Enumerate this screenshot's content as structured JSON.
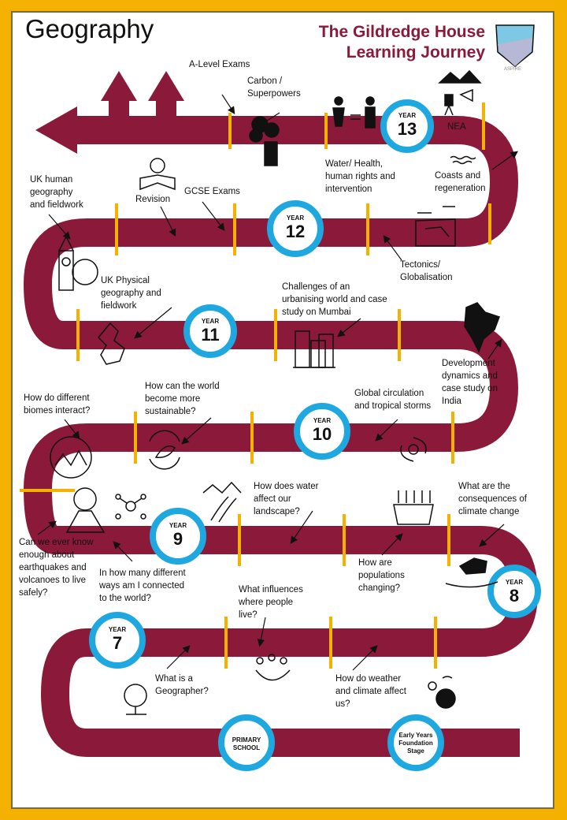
{
  "header": {
    "title": "Geography",
    "school": "The Gildredge House\nLearning Journey",
    "logo_text": "ASPIRE"
  },
  "colors": {
    "road": "#8b1a3a",
    "rung": "#f5b100",
    "badge_ring": "#1fa8e0",
    "frame": "#f5b100"
  },
  "years": [
    {
      "label": "YEAR",
      "number": "13"
    },
    {
      "label": "YEAR",
      "number": "12"
    },
    {
      "label": "YEAR",
      "number": "11"
    },
    {
      "label": "YEAR",
      "number": "10"
    },
    {
      "label": "YEAR",
      "number": "9"
    },
    {
      "label": "YEAR",
      "number": "8"
    },
    {
      "label": "YEAR",
      "number": "7"
    }
  ],
  "start_badges": {
    "primary": "PRIMARY\nSCHOOL",
    "eyfs": "Early Years\nFoundation\nStage"
  },
  "topics": {
    "alevel": "A-Level Exams",
    "carbon": "Carbon /\nSuperpowers",
    "nea": "NEA",
    "water_health": "Water/ Health,\nhuman rights and\nintervention",
    "coasts": "Coasts and\nregeneration",
    "uk_human": "UK human\ngeography\nand fieldwork",
    "revision": "Revision",
    "gcse": "GCSE Exams",
    "tectonics": "Tectonics/\nGlobalisation",
    "uk_physical": "UK Physical\ngeography and\nfieldwork",
    "urbanising": "Challenges of an\nurbanising world and case\nstudy on Mumbai",
    "development": "Development\ndynamics and\ncase study on\nIndia",
    "biomes": "How do different\nbiomes interact?",
    "sustainable": "How can the world\nbecome more\nsustainable?",
    "global_circ": "Global circulation\nand tropical storms",
    "water_landscape": "How does water\naffect our\nlandscape?",
    "climate_change": "What are the\nconsequences of\nclimate change",
    "earthquakes": "Can we ever know\nenough about\nearthquakes and\nvolcanoes to live\nsafely?",
    "connected": "In how many different\nways am I connected\nto the world?",
    "populations": "How are\npopulations\nchanging?",
    "influences": "What influences\nwhere people\nlive?",
    "geographer": "What is a\nGeographer?",
    "weather": "How do weather\nand climate affect\nus?"
  }
}
